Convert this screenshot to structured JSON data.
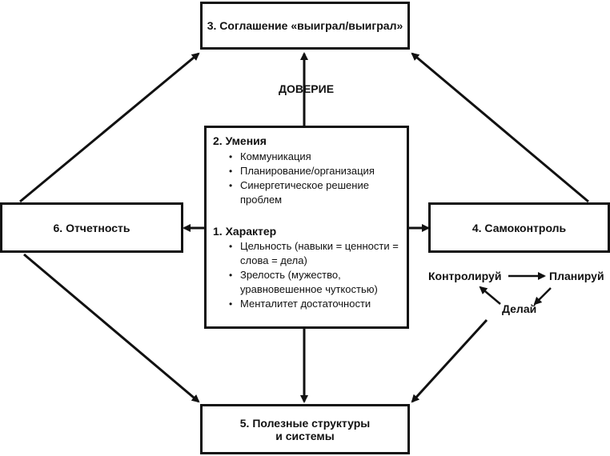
{
  "boxes": {
    "agreement": "3. Соглашение «выиграл/выиграл»",
    "accountability": "6. Отчетность",
    "self_control": "4. Самоконтроль",
    "structures_line1": "5. Полезные структуры",
    "structures_line2": "и системы"
  },
  "trust_label": "ДОВЕРИЕ",
  "center": {
    "skills_title": "2. Умения",
    "skills": [
      "Коммуникация",
      "Планирование/организация",
      "Синергетическое решение проблем"
    ],
    "character_title": "1. Характер",
    "character": [
      "Цельность (навыки = ценности = слова = дела)",
      "Зрелость (мужество, уравновешенное чуткостью)",
      "Менталитет достаточности"
    ]
  },
  "cycle": {
    "control": "Контролируй",
    "plan": "Планируй",
    "do": "Делай"
  }
}
